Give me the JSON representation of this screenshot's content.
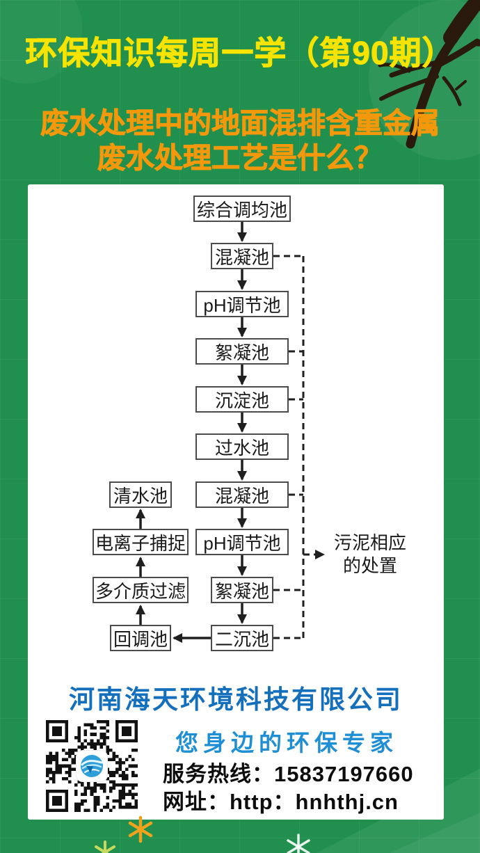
{
  "colors": {
    "background_green": "#21904f",
    "title_yellow": "#f6e400",
    "question_orange": "#f3980a",
    "company_blue": "#1470bc",
    "slogan_blue": "#1e8fd5",
    "flow_line_black": "#1f1f1f"
  },
  "header": {
    "title": "环保知识每周一学（第90期）",
    "question_line1": "废水处理中的地面混排含重金属",
    "question_line2": "废水处理工艺是什么？"
  },
  "flowchart": {
    "main_nodes": [
      "综合调均池",
      "混凝池",
      "pH调节池",
      "絮凝池",
      "沉淀池",
      "过水池",
      "混凝池",
      "pH调节池",
      "絮凝池",
      "二沉池"
    ],
    "side_nodes": [
      "清水池",
      "电离子捕捉",
      "多介质过滤",
      "回调池"
    ],
    "sludge_note_line1": "污泥相应",
    "sludge_note_line2": "的处置"
  },
  "footer": {
    "company_name": "河南海天环境科技有限公司",
    "slogan": "您身边的环保专家",
    "hotline": "服务热线：15837197660",
    "website": "网址：http：hnhthj.cn"
  },
  "icons": {
    "branch": "tree-branch-icon",
    "qr": "qr-code",
    "sparkles": [
      "orange-asterisk",
      "green-asterisk",
      "white-asterisk"
    ]
  }
}
